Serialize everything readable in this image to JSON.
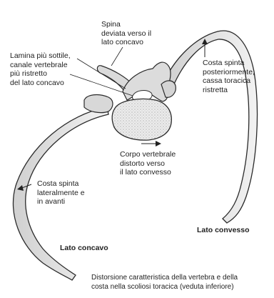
{
  "labels": {
    "spina": "Spina\ndeviata verso il\nlato concavo",
    "lamina": "Lamina più sottile,\ncanale vertebrale\npiù ristretto\ndel lato concavo",
    "costa_posteriore": "Costa spinta\nposteriormente,\ncassa toracica\nristretta",
    "corpo": "Corpo vertebrale\ndistorto verso\nil lato convesso",
    "costa_laterale": "Costa spinta\nlateralmente e\nin avanti",
    "lato_convesso": "Lato convesso",
    "lato_concavo": "Lato concavo"
  },
  "caption": "Distorsione caratteristica della vertebra e della\ncosta nella scoliosi toracica (veduta inferiore)",
  "colors": {
    "bone_fill": "#e2e2e2",
    "bone_stroke": "#2a2a2a",
    "text": "#222222"
  }
}
